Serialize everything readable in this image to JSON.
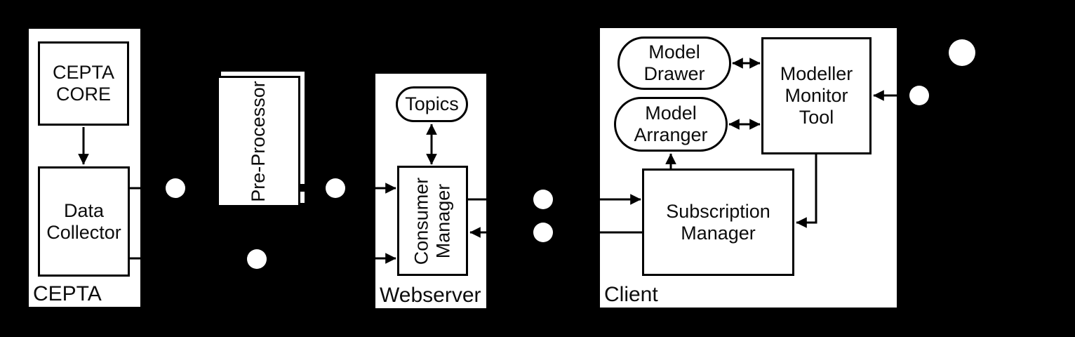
{
  "colors": {
    "background": "#000000",
    "shape_fill": "#ffffff",
    "stroke": "#000000",
    "text": "#0c0c0c",
    "connector_dot": "#ffffff"
  },
  "containers": {
    "cepta": {
      "label": "CEPTA"
    },
    "webserver": {
      "label": "Webserver"
    },
    "client": {
      "label": "Client"
    }
  },
  "nodes": {
    "cepta_core": {
      "label": "CEPTA CORE",
      "lines": [
        "CEPTA",
        "CORE"
      ],
      "shape": "rect"
    },
    "data_collector": {
      "label": "Data Collector",
      "lines": [
        "Data",
        "Collector"
      ],
      "shape": "rect"
    },
    "pre_processor": {
      "label": "Pre-Processor",
      "lines": [
        "Pre-Processor"
      ],
      "shape": "stacked-rect",
      "text_rotation": "bottom-to-top"
    },
    "topics": {
      "label": "Topics",
      "lines": [
        "Topics"
      ],
      "shape": "stadium"
    },
    "consumer_manager": {
      "label": "Consumer Manager",
      "lines": [
        "Consumer",
        "Manager"
      ],
      "shape": "rect",
      "text_rotation": "bottom-to-top"
    },
    "model_drawer": {
      "label": "Model Drawer",
      "lines": [
        "Model",
        "Drawer"
      ],
      "shape": "stadium"
    },
    "model_arranger": {
      "label": "Model Arranger",
      "lines": [
        "Model",
        "Arranger"
      ],
      "shape": "stadium"
    },
    "modeller_monitor_tool": {
      "label": "Modeller Monitor Tool",
      "lines": [
        "Modeller",
        "Monitor",
        "Tool"
      ],
      "shape": "rect"
    },
    "subscription_manager": {
      "label": "Subscription Manager",
      "lines": [
        "Subscription",
        "Manager"
      ],
      "shape": "rect"
    }
  },
  "edges": [
    {
      "from": "cepta_core",
      "to": "data_collector",
      "style": "arrow"
    },
    {
      "from": "data_collector",
      "to": "pre_processor",
      "style": "arrow",
      "via_dot": true
    },
    {
      "from": "pre_processor",
      "to": "consumer_manager",
      "style": "arrow",
      "via_dot": true
    },
    {
      "from": "data_collector",
      "to": "consumer_manager",
      "style": "arrow",
      "via_dot": true
    },
    {
      "from": "topics",
      "to": "consumer_manager",
      "style": "double-arrow"
    },
    {
      "from": "consumer_manager",
      "to": "subscription_manager",
      "style": "arrow",
      "via_dot": true
    },
    {
      "from": "subscription_manager",
      "to": "consumer_manager",
      "style": "arrow",
      "via_dot": true
    },
    {
      "from": "model_drawer",
      "to": "modeller_monitor_tool",
      "style": "double-arrow"
    },
    {
      "from": "model_arranger",
      "to": "modeller_monitor_tool",
      "style": "double-arrow"
    },
    {
      "from": "subscription_manager",
      "to": "model_arranger",
      "style": "arrow"
    },
    {
      "from": "modeller_monitor_tool",
      "to": "subscription_manager",
      "style": "arrow"
    },
    {
      "from": "external",
      "to": "modeller_monitor_tool",
      "style": "arrow",
      "via_dot": true
    }
  ],
  "icons": {
    "connection_dot": "●"
  }
}
